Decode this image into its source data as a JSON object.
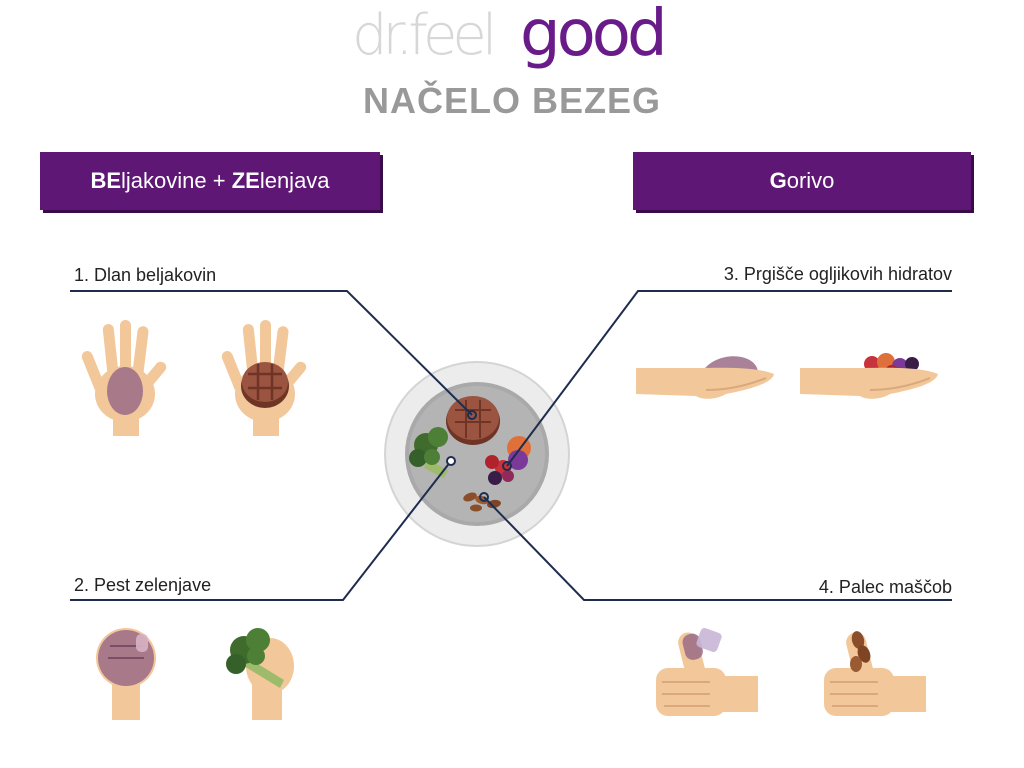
{
  "logo": {
    "prefix": "dr.feel",
    "suffix": "good"
  },
  "title": "NAČELO BEZEG",
  "banners": {
    "left": {
      "part1_bold": "BE",
      "part1": "ljakovine + ",
      "part2_bold": "ZE",
      "part2": "lenjava"
    },
    "right": {
      "bold": "G",
      "rest": "orivo"
    }
  },
  "items": [
    {
      "label": "1. Dlan beljakovin"
    },
    {
      "label": "2. Pest zelenjave"
    },
    {
      "label": "3. Prgišče ogljikovih hidratov"
    },
    {
      "label": "4. Palec maščob"
    }
  ],
  "colors": {
    "brand_purple": "#5e1775",
    "logo_purple": "#6a1b8a",
    "line_navy": "#1e2d4f",
    "skin": "#f2c79a",
    "portion": "#9a6b86",
    "meat": "#8c4a37",
    "broccoli": "#3f6b2c"
  }
}
